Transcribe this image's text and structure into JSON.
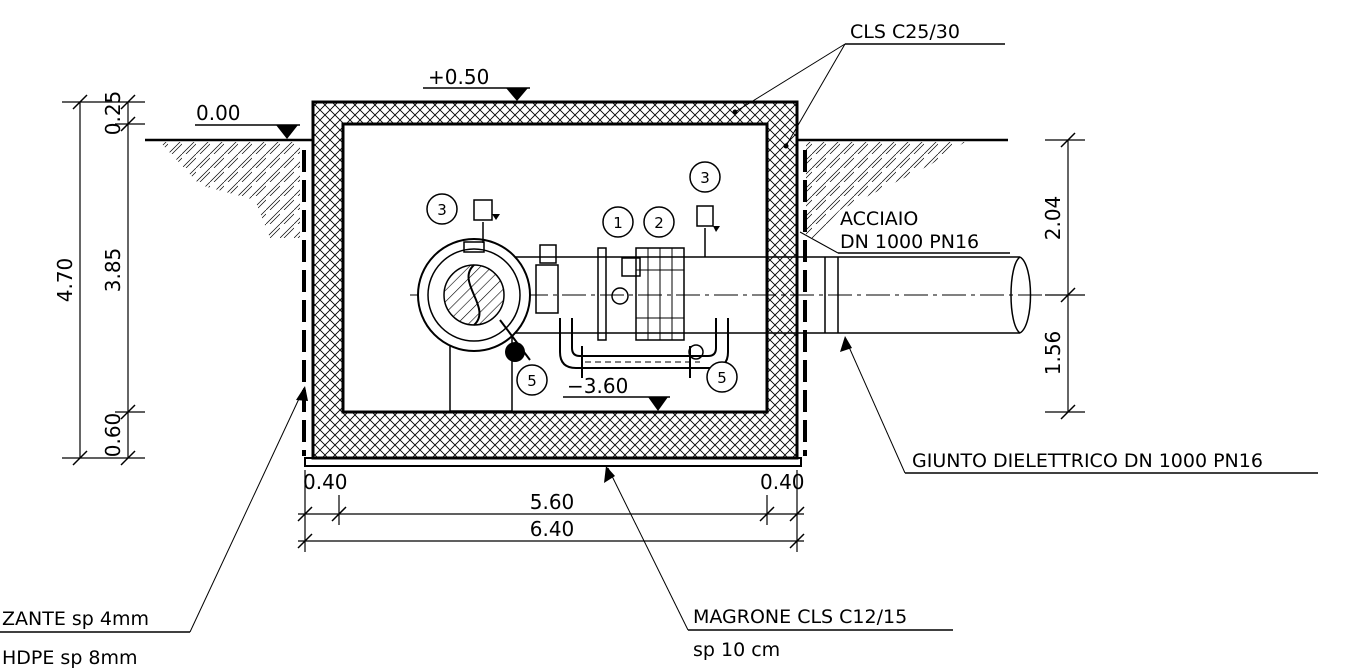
{
  "levels": {
    "top": "+0.50",
    "ground": "0.00",
    "bottom": "−3.60"
  },
  "labels": {
    "concrete": "CLS C25/30",
    "pipe_line1": "ACCIAIO",
    "pipe_line2": "DN 1000 PN16",
    "joint": "GIUNTO DIELETTRICO DN 1000 PN16",
    "lean_concrete_line1": "MAGRONE CLS C12/15",
    "lean_concrete_line2": "sp 10 cm",
    "membrane_line1": "ZANTE sp 4mm",
    "membrane_line2": "HDPE sp 8mm"
  },
  "dims_left": {
    "total": "4.70",
    "top_slab": "0.25",
    "inner": "3.85",
    "base_slab": "0.60"
  },
  "dims_right": {
    "upper": "2.04",
    "lower": "1.56"
  },
  "dims_bottom": {
    "wall_left": "0.40",
    "wall_right": "0.40",
    "inner": "5.60",
    "total": "6.40"
  },
  "markers": {
    "m1": "1",
    "m2": "2",
    "m3a": "3",
    "m3b": "3",
    "m5a": "5",
    "m5b": "5"
  },
  "colors": {
    "line": "#000000",
    "background": "#ffffff"
  }
}
